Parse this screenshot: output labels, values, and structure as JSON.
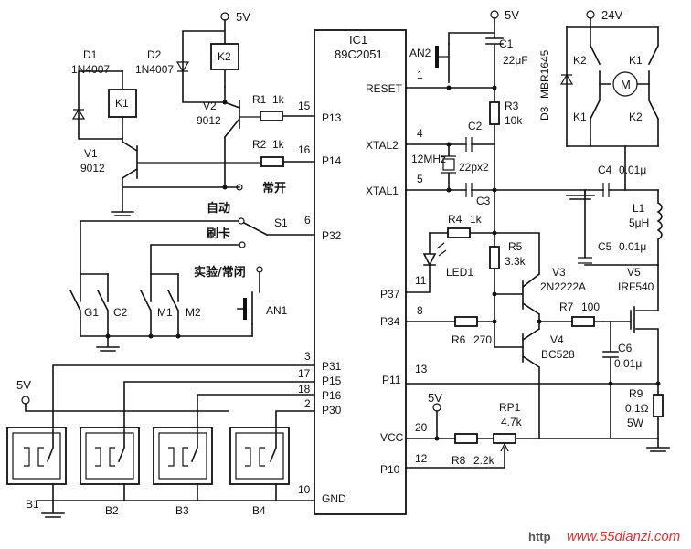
{
  "ic": {
    "ref": "IC1",
    "part": "89C2051"
  },
  "supply": {
    "v5": "5V",
    "v24": "24V"
  },
  "pins_left": {
    "p13": "P13",
    "p14": "P14",
    "p32": "P32",
    "p31": "P31",
    "p15": "P15",
    "p16": "P16",
    "p30": "P30",
    "gnd": "GND"
  },
  "pins_left_num": {
    "n15": "15",
    "n16": "16",
    "n6": "6",
    "n3": "3",
    "n17": "17",
    "n18": "18",
    "n2": "2",
    "n10": "10"
  },
  "pins_right": {
    "reset": "RESET",
    "xtal2": "XTAL2",
    "xtal1": "XTAL1",
    "p37": "P37",
    "p34": "P34",
    "p11": "P11",
    "vcc": "VCC",
    "p10": "P10"
  },
  "pins_right_num": {
    "n1": "1",
    "n4": "4",
    "n5": "5",
    "n11": "11",
    "n8": "8",
    "n13": "13",
    "n20": "20",
    "n12": "12"
  },
  "components": {
    "d1": "D1",
    "d1v": "1N4007",
    "d2": "D2",
    "d2v": "1N4007",
    "k1": "K1",
    "k2": "K2",
    "v1": "V1",
    "v1v": "9012",
    "v2": "V2",
    "v2v": "9012",
    "r1": "R1",
    "r1v": "1k",
    "r2": "R2",
    "r2v": "1k",
    "s1": "S1",
    "g1": "G1",
    "g2": "C2",
    "m1": "M1",
    "m2": "M2",
    "an1": "AN1",
    "an2": "AN2",
    "c1": "C1",
    "c1v": "22μF",
    "r3": "R3",
    "r3v": "10k",
    "c2": "C2",
    "xtal": "12MHz",
    "c23v": "22px2",
    "c3": "C3",
    "d3": "D3",
    "d3v": "MBR1645",
    "k1b": "K1",
    "k2b": "K2",
    "k1c": "K1",
    "k2c": "K2",
    "motor": "M",
    "c4": "C4",
    "c4v": "0.01μ",
    "l1": "L1",
    "l1v": "5μH",
    "c5": "C5",
    "c5v": "0.01μ",
    "v5": "V5",
    "v5v": "IRF540",
    "r4": "R4",
    "r4v": "1k",
    "r5": "R5",
    "r5v": "3.3k",
    "led": "LED1",
    "v3": "V3",
    "v3v": "2N2222A",
    "r7": "R7",
    "r7v": "100",
    "r6": "R6",
    "r6v": "270",
    "v4": "V4",
    "v4v": "BC528",
    "c6": "C6",
    "c6v": "0.01μ",
    "r9": "R9",
    "r9v": "0.1Ω",
    "r9p": "5W",
    "rp1": "RP1",
    "rp1v": "4.7k",
    "r8": "R8",
    "r8v": "2.2k",
    "b1": "B1",
    "b2": "B2",
    "b3": "B3",
    "b4": "B4",
    "v5_vcc": "5V",
    "v5_sens": "5V"
  },
  "labels_cn": {
    "normally_open": "常开",
    "auto": "自动",
    "swipe": "刷卡",
    "test_nc": "实验/常闭"
  },
  "watermark": {
    "left": "http",
    "right": "www.55dianzi.com"
  }
}
